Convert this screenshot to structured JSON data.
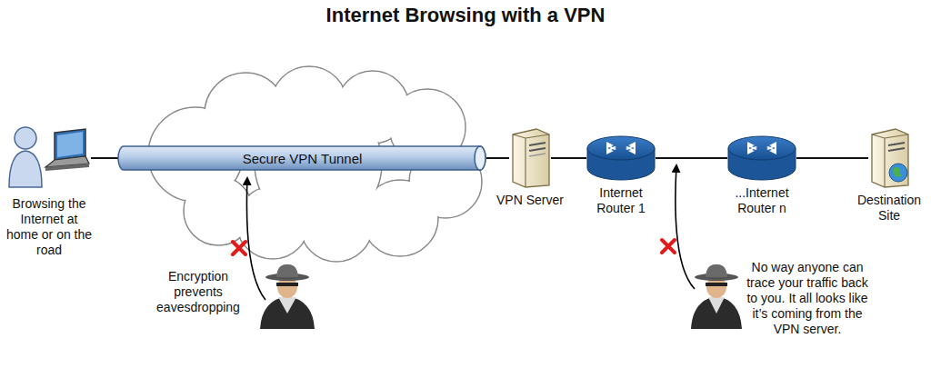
{
  "diagram": {
    "title": "Internet Browsing with a VPN",
    "nodes": [
      {
        "text": [
          "Browsing the Internet at home or on the road"
        ]
      },
      {
        "text": [
          "Secure VPN Tunnel"
        ]
      },
      {
        "text": [
          "VPN Server"
        ]
      },
      {
        "text": [
          "Internet Router 1"
        ]
      },
      {
        "text": [
          "...Internet Router n"
        ]
      },
      {
        "text": [
          "Destination Site"
        ]
      }
    ],
    "edges": [
      {
        "from": 0,
        "to": 1,
        "arrow": "none"
      },
      {
        "from": 1,
        "to": 2,
        "arrow": "none"
      },
      {
        "from": 2,
        "to": 3,
        "arrow": "none"
      },
      {
        "from": 3,
        "to": 4,
        "arrow": "none"
      },
      {
        "from": 4,
        "to": 5,
        "arrow": "none"
      }
    ],
    "labels": [
      "Encryption prevents eavesdropping",
      "No way anyone can trace your traffic back to you. It all looks like it’s coming from the VPN server."
    ]
  }
}
